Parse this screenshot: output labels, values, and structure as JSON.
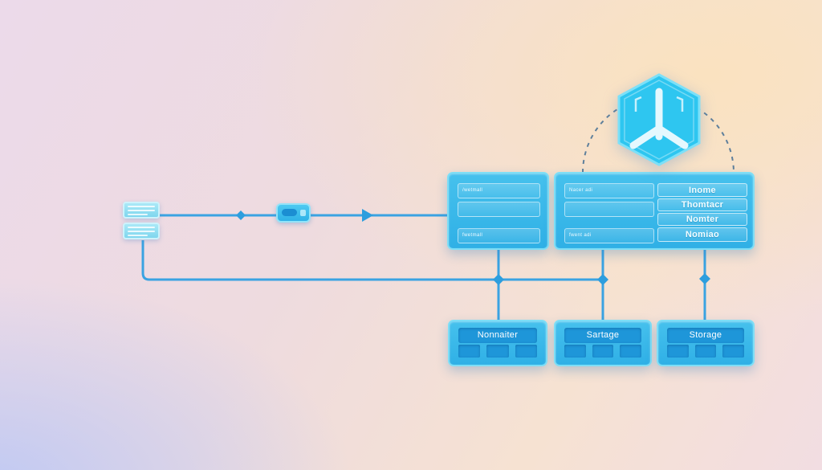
{
  "hex_node": {
    "icon": "turbine-icon"
  },
  "gateway_box": {
    "rows": [
      "/wetmall",
      "",
      "fwetmall"
    ]
  },
  "controller_box": {
    "left_rows": [
      "Nacer adi",
      "",
      "fwent adi"
    ],
    "right_rows": [
      "Inome",
      "Thomtacr",
      "Nomter",
      "Nomiao"
    ]
  },
  "bottom_nodes": [
    {
      "label": "Nonnaiter"
    },
    {
      "label": "Sartage"
    },
    {
      "label": "Storage"
    }
  ],
  "colors": {
    "node_fill": "#38b9ea",
    "node_border": "#7edef6",
    "header_fill": "#1e96d9",
    "line": "#3aa3e2",
    "junction": "#2d9ede",
    "arc_dash": "#5e7f9b",
    "hex_fill": "#2ec6f0",
    "background_peach": "#f8e3c8",
    "background_periwinkle": "#c3cbf3",
    "background_lilac": "#ecdaea"
  }
}
